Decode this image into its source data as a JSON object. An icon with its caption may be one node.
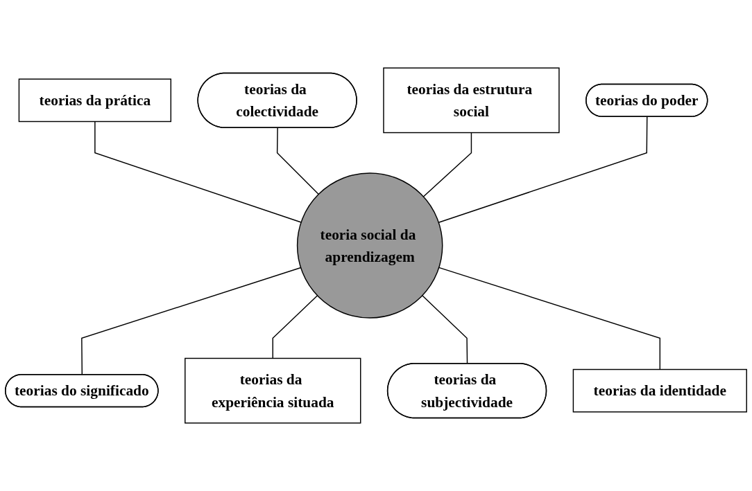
{
  "diagram": {
    "nodes": [
      {
        "text": [
          "teorias da estrutura social"
        ]
      },
      {
        "text": [
          "teorias da colectividade"
        ]
      },
      {
        "text": [
          "teorias do poder"
        ]
      },
      {
        "text": [
          "teoria social da aprendizagem"
        ]
      },
      {
        "text": [
          "teorias da prática"
        ]
      },
      {
        "text": [
          "teorias da identidade"
        ]
      },
      {
        "text": [
          "teorias do significado"
        ]
      },
      {
        "text": [
          "teorias da experiência situada"
        ]
      },
      {
        "text": [
          "teorias da subjectividade"
        ]
      }
    ],
    "edges": [
      {
        "from": 4,
        "to": 3,
        "arrow": "none"
      },
      {
        "from": 1,
        "to": 3,
        "arrow": "none"
      },
      {
        "from": 0,
        "to": 3,
        "arrow": "none"
      },
      {
        "from": 2,
        "to": 3,
        "arrow": "none"
      },
      {
        "from": 3,
        "to": 6,
        "arrow": "none"
      },
      {
        "from": 3,
        "to": 7,
        "arrow": "none"
      },
      {
        "from": 3,
        "to": 8,
        "arrow": "none"
      },
      {
        "from": 3,
        "to": 5,
        "arrow": "none"
      }
    ]
  }
}
